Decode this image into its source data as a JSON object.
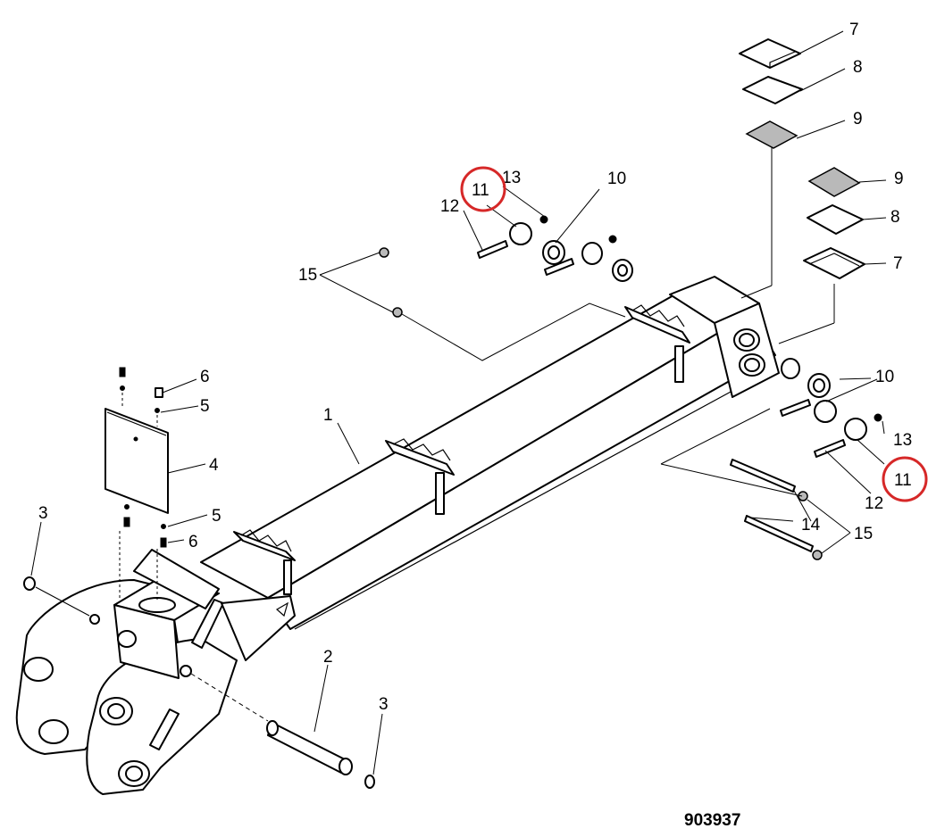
{
  "callouts": {
    "c1": "1",
    "c2": "2",
    "c3": "3",
    "c4": "4",
    "c5": "5",
    "c6": "6",
    "c7": "7",
    "c8": "8",
    "c9": "9",
    "c10": "10",
    "c11": "11",
    "c12": "12",
    "c13": "13",
    "c14": "14",
    "c15": "15"
  },
  "drawing_number": "903937",
  "highlighted_callout": "11",
  "highlight_color": "#d62828"
}
